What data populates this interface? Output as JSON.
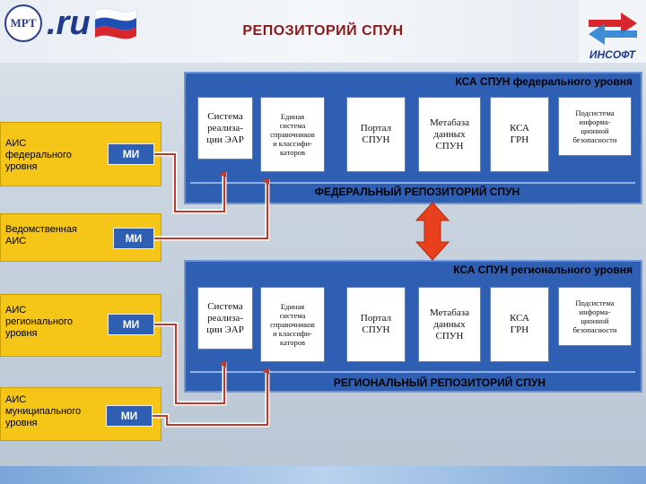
{
  "header": {
    "title": "РЕПОЗИТОРИЙ СПУН",
    "logo_ru": ".ru",
    "logo_mark": "МРТ",
    "insoft": "ИНСОФТ"
  },
  "federal": {
    "title": "КСА СПУН федерального уровня",
    "repo": "ФЕДЕРАЛЬНЫЙ РЕПОЗИТОРИЙ СПУН",
    "boxes": [
      {
        "lines": [
          "Система",
          "реализа-",
          "ции ЭАР"
        ]
      },
      {
        "lines": [
          "Единая",
          "система",
          "справочников",
          "и классифи-",
          "каторов"
        ]
      },
      {
        "lines": [
          "Портал",
          "СПУН"
        ]
      },
      {
        "lines": [
          "Метабаза",
          "данных",
          "СПУН"
        ]
      },
      {
        "lines": [
          "КСА",
          "ГРН"
        ]
      },
      {
        "lines": [
          "Подсистема",
          "информа-",
          "ционной",
          "безопасности"
        ]
      }
    ]
  },
  "regional": {
    "title": "КСА СПУН регионального уровня",
    "repo": "РЕГИОНАЛЬНЫЙ РЕПОЗИТОРИЙ СПУН",
    "boxes": [
      {
        "lines": [
          "Система",
          "реализа-",
          "ции ЭАР"
        ]
      },
      {
        "lines": [
          "Единая",
          "система",
          "справочников",
          "и классифи-",
          "каторов"
        ]
      },
      {
        "lines": [
          "Портал",
          "СПУН"
        ]
      },
      {
        "lines": [
          "Метабаза",
          "данных",
          "СПУН"
        ]
      },
      {
        "lines": [
          "КСА",
          "ГРН"
        ]
      },
      {
        "lines": [
          "Подсистема",
          "информа-",
          "ционной",
          "безопасности"
        ]
      }
    ]
  },
  "ais": [
    {
      "lines": [
        "АИС",
        "федерального",
        "уровня"
      ],
      "mi": "МИ"
    },
    {
      "lines": [
        "Ведомственная",
        "АИС"
      ],
      "mi": "МИ"
    },
    {
      "lines": [
        "АИС",
        "регионального",
        "уровня"
      ],
      "mi": "МИ"
    },
    {
      "lines": [
        "АИС",
        "муниципального",
        "уровня"
      ],
      "mi": "МИ"
    }
  ],
  "colors": {
    "panel": "#2f5fb3",
    "ais": "#f5c518",
    "arrow": "#e8401c",
    "connector": "#c0392b",
    "title": "#8a1a1a"
  }
}
